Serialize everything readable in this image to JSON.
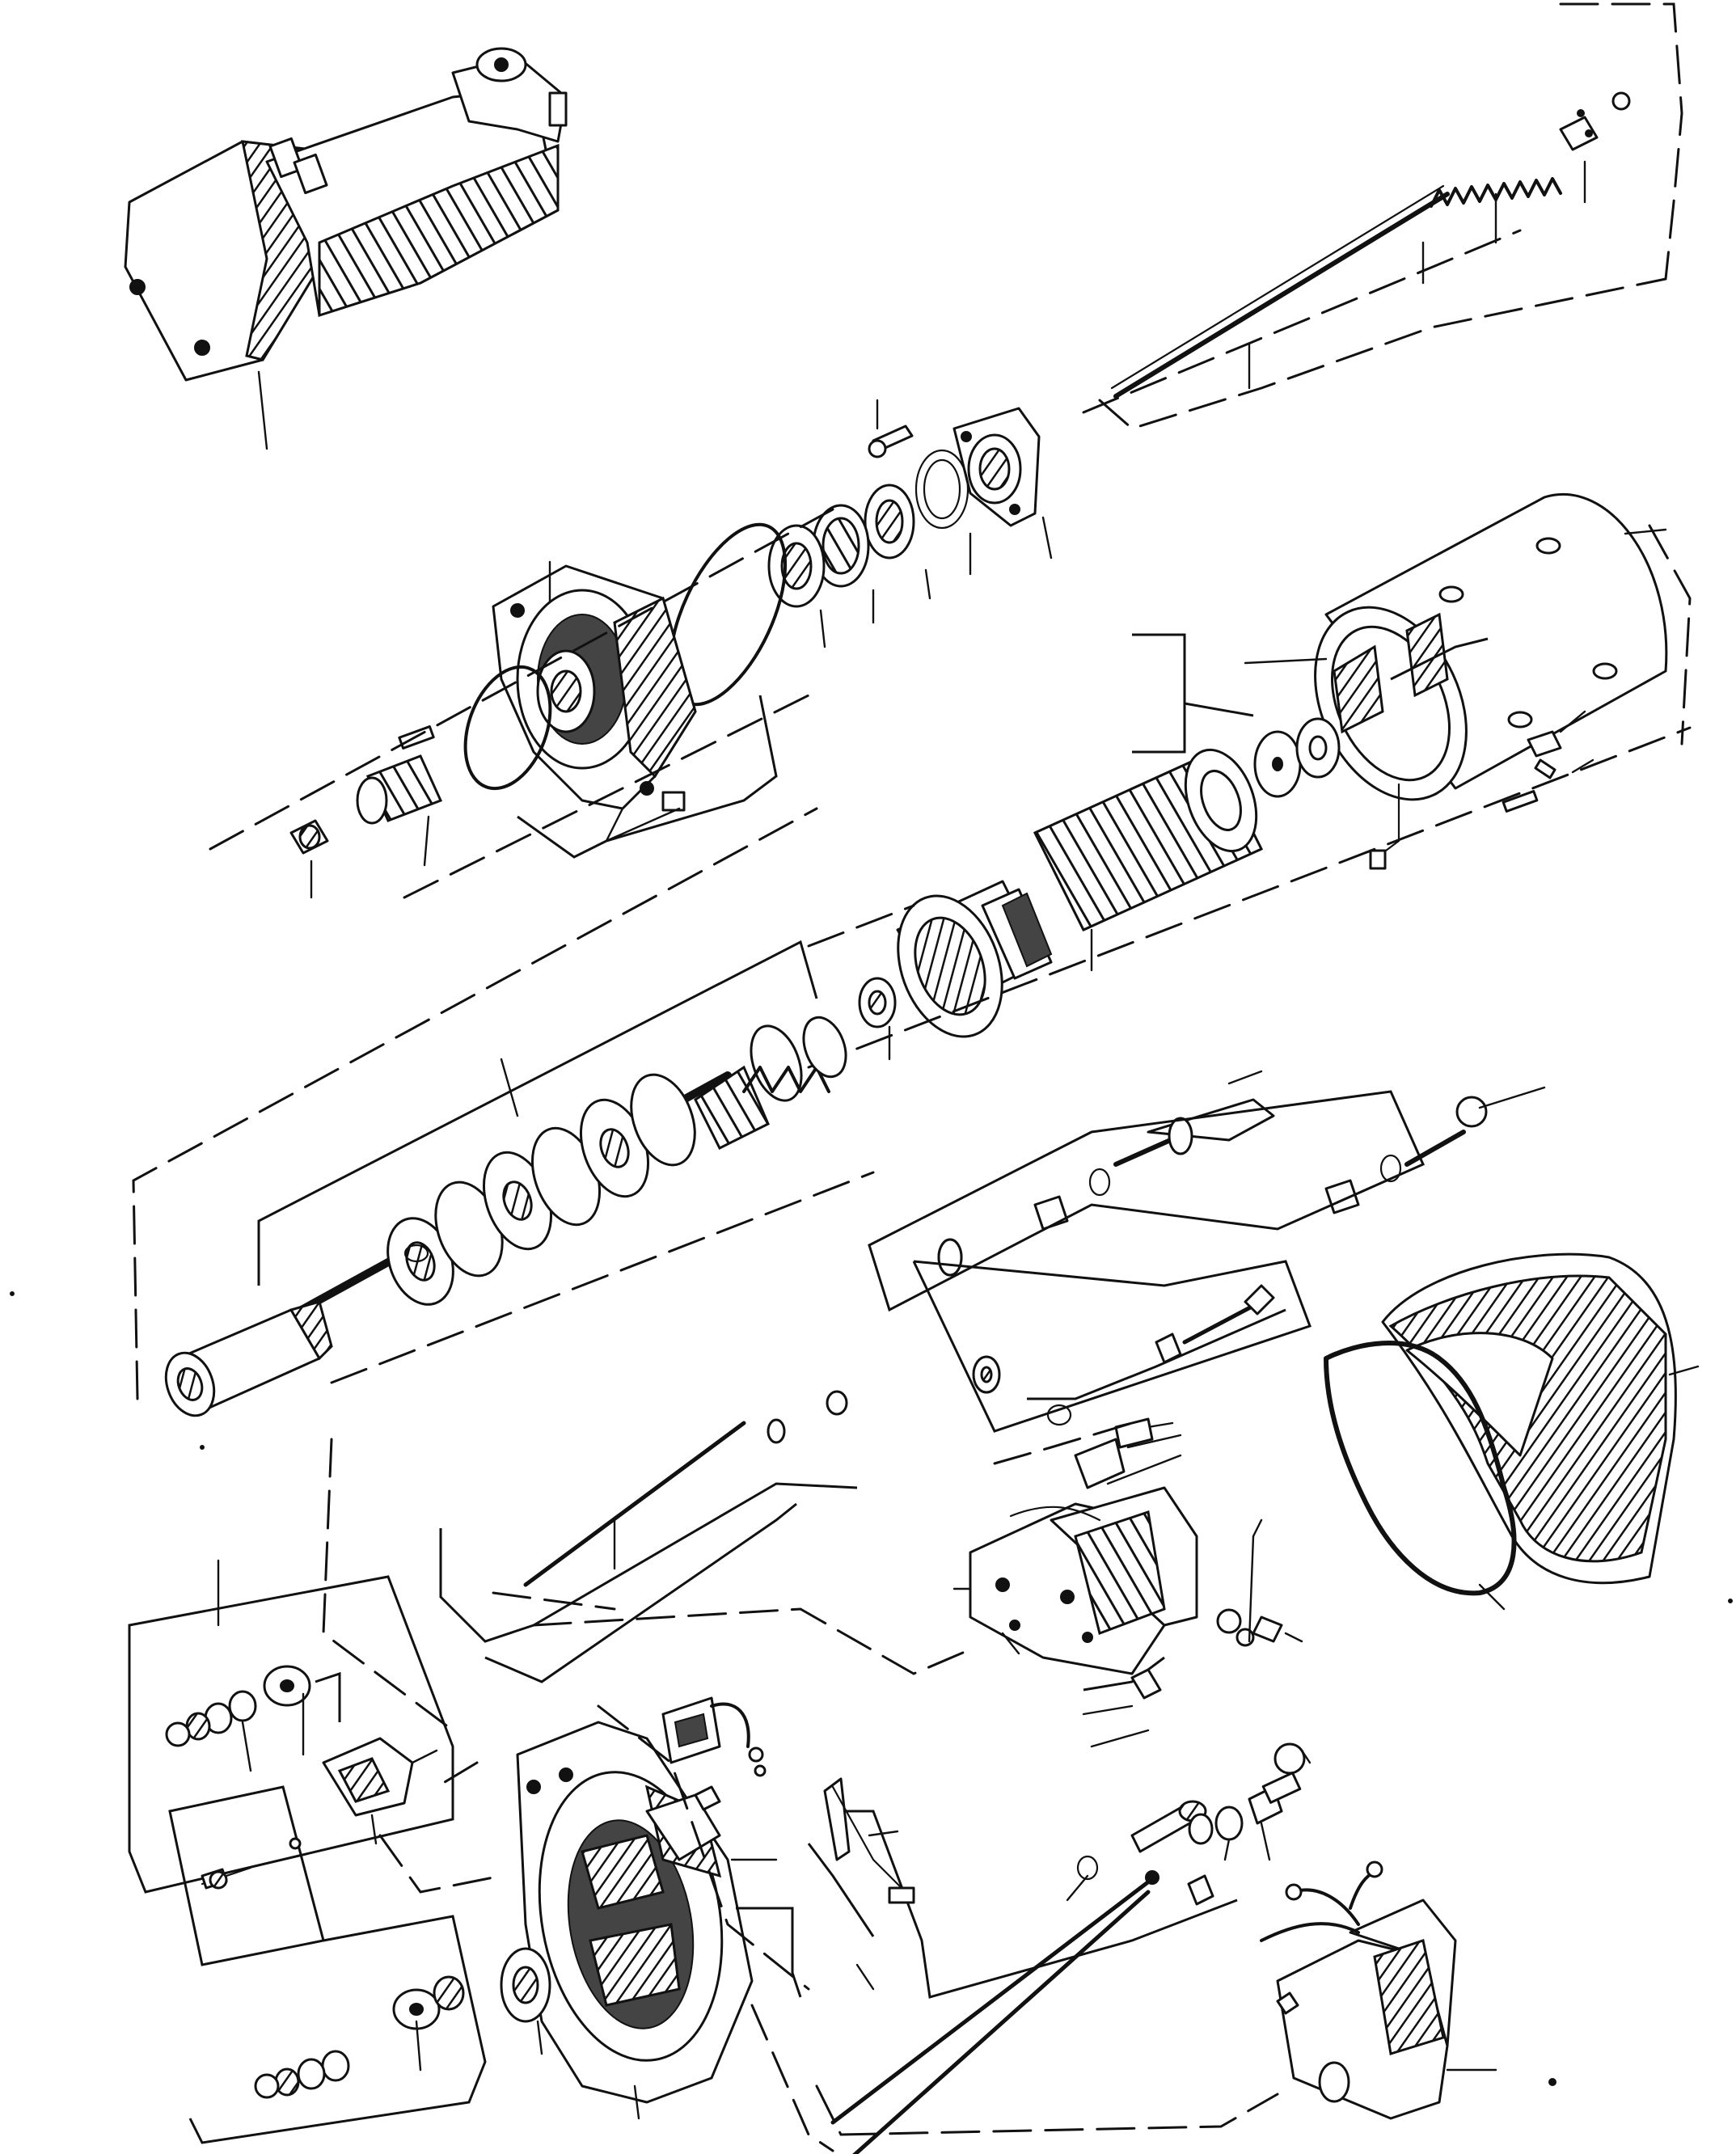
{
  "diagram": {
    "background": "#ffffff",
    "ink": "#111111",
    "parts": [
      {
        "id": "starter-motor-assembly",
        "label": ""
      },
      {
        "id": "plunger-rod-spring",
        "label": ""
      },
      {
        "id": "drive-end-plate",
        "label": ""
      },
      {
        "id": "drive-end-housing",
        "label": ""
      },
      {
        "id": "pinion-gear",
        "label": ""
      },
      {
        "id": "bearings",
        "label": ""
      },
      {
        "id": "yoke-field-frame",
        "label": ""
      },
      {
        "id": "field-coil",
        "label": ""
      },
      {
        "id": "armature",
        "label": ""
      },
      {
        "id": "overrunning-clutch-shaft",
        "label": ""
      },
      {
        "id": "terminal-studs",
        "label": ""
      },
      {
        "id": "cover-band",
        "label": ""
      },
      {
        "id": "brush-holder-plate",
        "label": ""
      },
      {
        "id": "commutator-end-frame",
        "label": ""
      },
      {
        "id": "through-bolts",
        "label": ""
      },
      {
        "id": "solenoid-relay",
        "label": ""
      },
      {
        "id": "hardware-kits",
        "label": ""
      }
    ]
  }
}
